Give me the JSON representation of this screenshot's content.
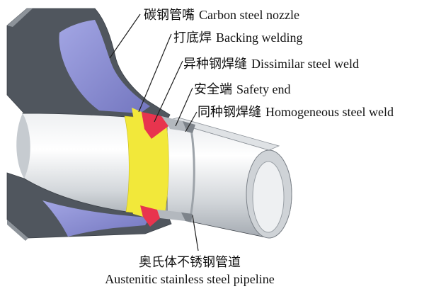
{
  "labels": {
    "carbon_steel_nozzle": {
      "zh": "碳钢管嘴",
      "en": "Carbon steel nozzle"
    },
    "backing_welding": {
      "zh": "打底焊",
      "en": "Backing welding"
    },
    "dissimilar_steel_weld": {
      "zh": "异种钢焊缝",
      "en": "Dissimilar steel weld"
    },
    "safety_end": {
      "zh": "安全端",
      "en": "Safety end"
    },
    "homogeneous_steel_weld": {
      "zh": "同种钢焊缝",
      "en": "Homogeneous steel weld"
    }
  },
  "pipeline": {
    "zh": "奥氏体不锈钢管道",
    "en": "Austenitic stainless steel pipeline"
  },
  "colors": {
    "carbon_steel": "#50565e",
    "section_cut": "#8e92d8",
    "backing_weld": "#f2e83a",
    "dissimilar_weld": "#e8344e",
    "safety_end": "#b3b8be",
    "homogeneous_weld": "#7e848b"
  }
}
